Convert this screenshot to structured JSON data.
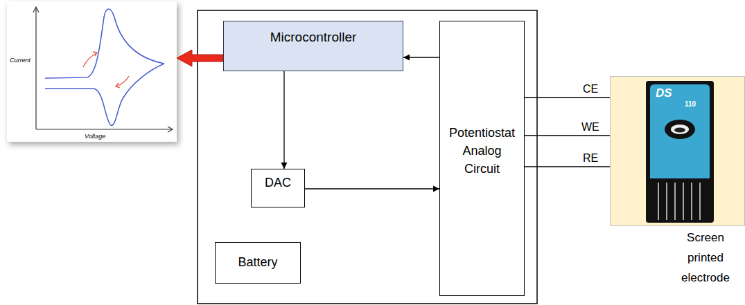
{
  "diagram": {
    "nodes": [
      {
        "text": [
          "Current",
          "Voltage"
        ]
      },
      {
        "text": [
          "Microcontroller"
        ]
      },
      {
        "text": [
          "Potentiostat Analog Circuit"
        ]
      },
      {
        "text": [
          "DAC"
        ]
      },
      {
        "text": [
          "Battery"
        ]
      },
      {
        "text": [
          "Screen printed electrode"
        ]
      }
    ],
    "edges": [
      {
        "from": 1,
        "to": 0,
        "arrow": "to"
      },
      {
        "from": 2,
        "to": 1,
        "arrow": "to"
      },
      {
        "from": 1,
        "to": 3,
        "arrow": "to"
      },
      {
        "from": 3,
        "to": 2,
        "arrow": "to"
      },
      {
        "from": 2,
        "to": 5,
        "label": "CE",
        "arrow": "none"
      },
      {
        "from": 2,
        "to": 5,
        "label": "WE",
        "arrow": "none"
      },
      {
        "from": 2,
        "to": 5,
        "label": "RE",
        "arrow": "none"
      }
    ],
    "labels": [
      "DS",
      "110"
    ]
  }
}
